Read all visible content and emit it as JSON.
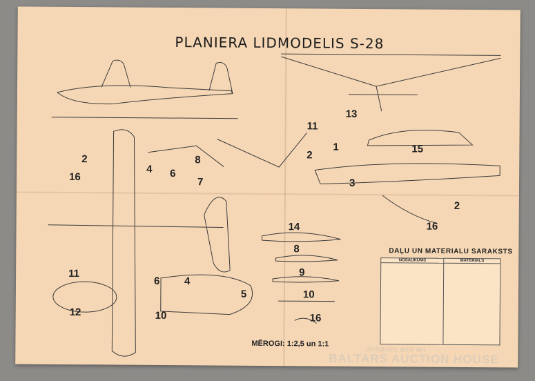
{
  "sheet": {
    "title": "PLANIERA LIDMODELIS S-28"
  },
  "part_numbers": {
    "n1": "1",
    "n2": "2",
    "n3": "3",
    "n4": "4",
    "n5": "5",
    "n6": "6",
    "n7": "7",
    "n8": "8",
    "n9": "9",
    "n10": "10",
    "n11": "11",
    "n12": "12",
    "n13": "13",
    "n15": "15",
    "n16": "16",
    "n14": "14"
  },
  "table": {
    "title": "DAĻU UN MATERIALU SARAKSTS",
    "headers": [
      "NOSAUKUMS",
      "MATERIALS"
    ]
  },
  "scale_text": "MĒROGI: 1:2,5 un 1:1",
  "watermark": {
    "line1": "antiques and art",
    "line2": "BALTARS AUCTION HOUSE"
  }
}
